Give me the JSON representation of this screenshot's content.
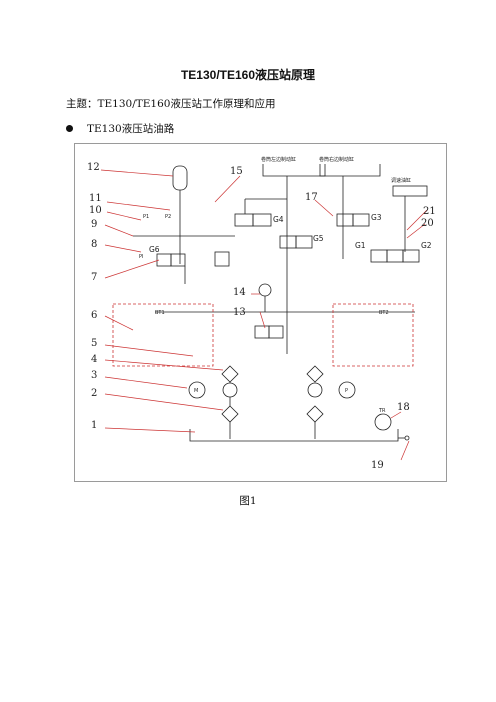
{
  "document": {
    "title": "TE130/TE160液压站原理",
    "subject": "主题：TE130/TE160液压站工作原理和应用",
    "bullet": "TE130液压站油路",
    "caption": "图1"
  },
  "diagram": {
    "callouts": [
      "12",
      "15",
      "11",
      "10",
      "9",
      "8",
      "7",
      "6",
      "5",
      "4",
      "3",
      "2",
      "1",
      "14",
      "13",
      "17",
      "21",
      "20",
      "18",
      "19"
    ],
    "labels": {
      "left_cylinder": "卷筒左边制动缸",
      "right_cylinder": "卷筒右边制动缸",
      "clutch_cylinder": "调速油缸",
      "g4": "G4",
      "g5": "G5",
      "g3": "G3",
      "g1": "G1",
      "g2": "G2",
      "g6": "G6",
      "p1": "P1",
      "p2": "P2",
      "pi": "PI",
      "bt1": "BT1",
      "bt2": "BT2",
      "tr": "TR",
      "m": "M",
      "p": "P"
    }
  }
}
